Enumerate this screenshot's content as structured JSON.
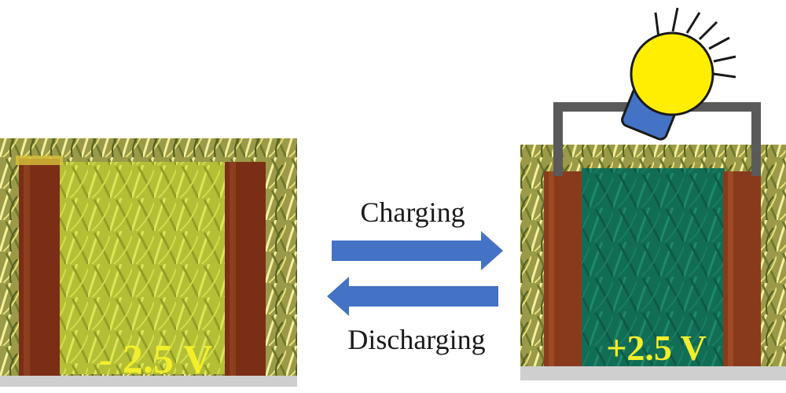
{
  "left_panel": {
    "voltage_label": "- 2.5 V",
    "window_tint": "#c8d83a",
    "electrode_color": "#7a2e16"
  },
  "right_panel": {
    "voltage_label": "+2.5 V",
    "window_tint": "#0f6f57",
    "electrode_color": "#8a3a1c"
  },
  "arrows": {
    "charging_label": "Charging",
    "discharging_label": "Discharging",
    "arrow_color": "#4472c4"
  },
  "bulb": {
    "bulb_color": "#ffee00",
    "base_color": "#4472c4",
    "wire_color": "#5a5a5a"
  },
  "voltage_text_color": "#f2ee2a"
}
